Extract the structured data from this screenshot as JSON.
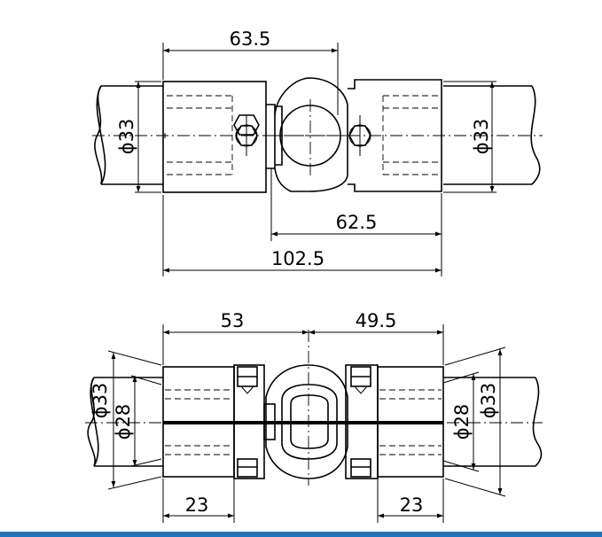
{
  "colors": {
    "line": "#000000",
    "background": "#ffffff",
    "accent_bar": "#1e73be"
  },
  "top_view": {
    "dim_overall_top": "63.5",
    "dim_left_diameter": "ϕ33",
    "dim_right_diameter": "ϕ33",
    "dim_mid": "62.5",
    "dim_overall_bottom": "102.5"
  },
  "bottom_view": {
    "dim_left_len": "53",
    "dim_right_len": "49.5",
    "dim_left_outer_diameter": "ϕ33",
    "dim_left_inner_diameter": "ϕ28",
    "dim_right_inner_diameter": "ϕ28",
    "dim_right_outer_diameter": "ϕ33",
    "dim_left_sleeve": "23",
    "dim_right_sleeve": "23"
  }
}
